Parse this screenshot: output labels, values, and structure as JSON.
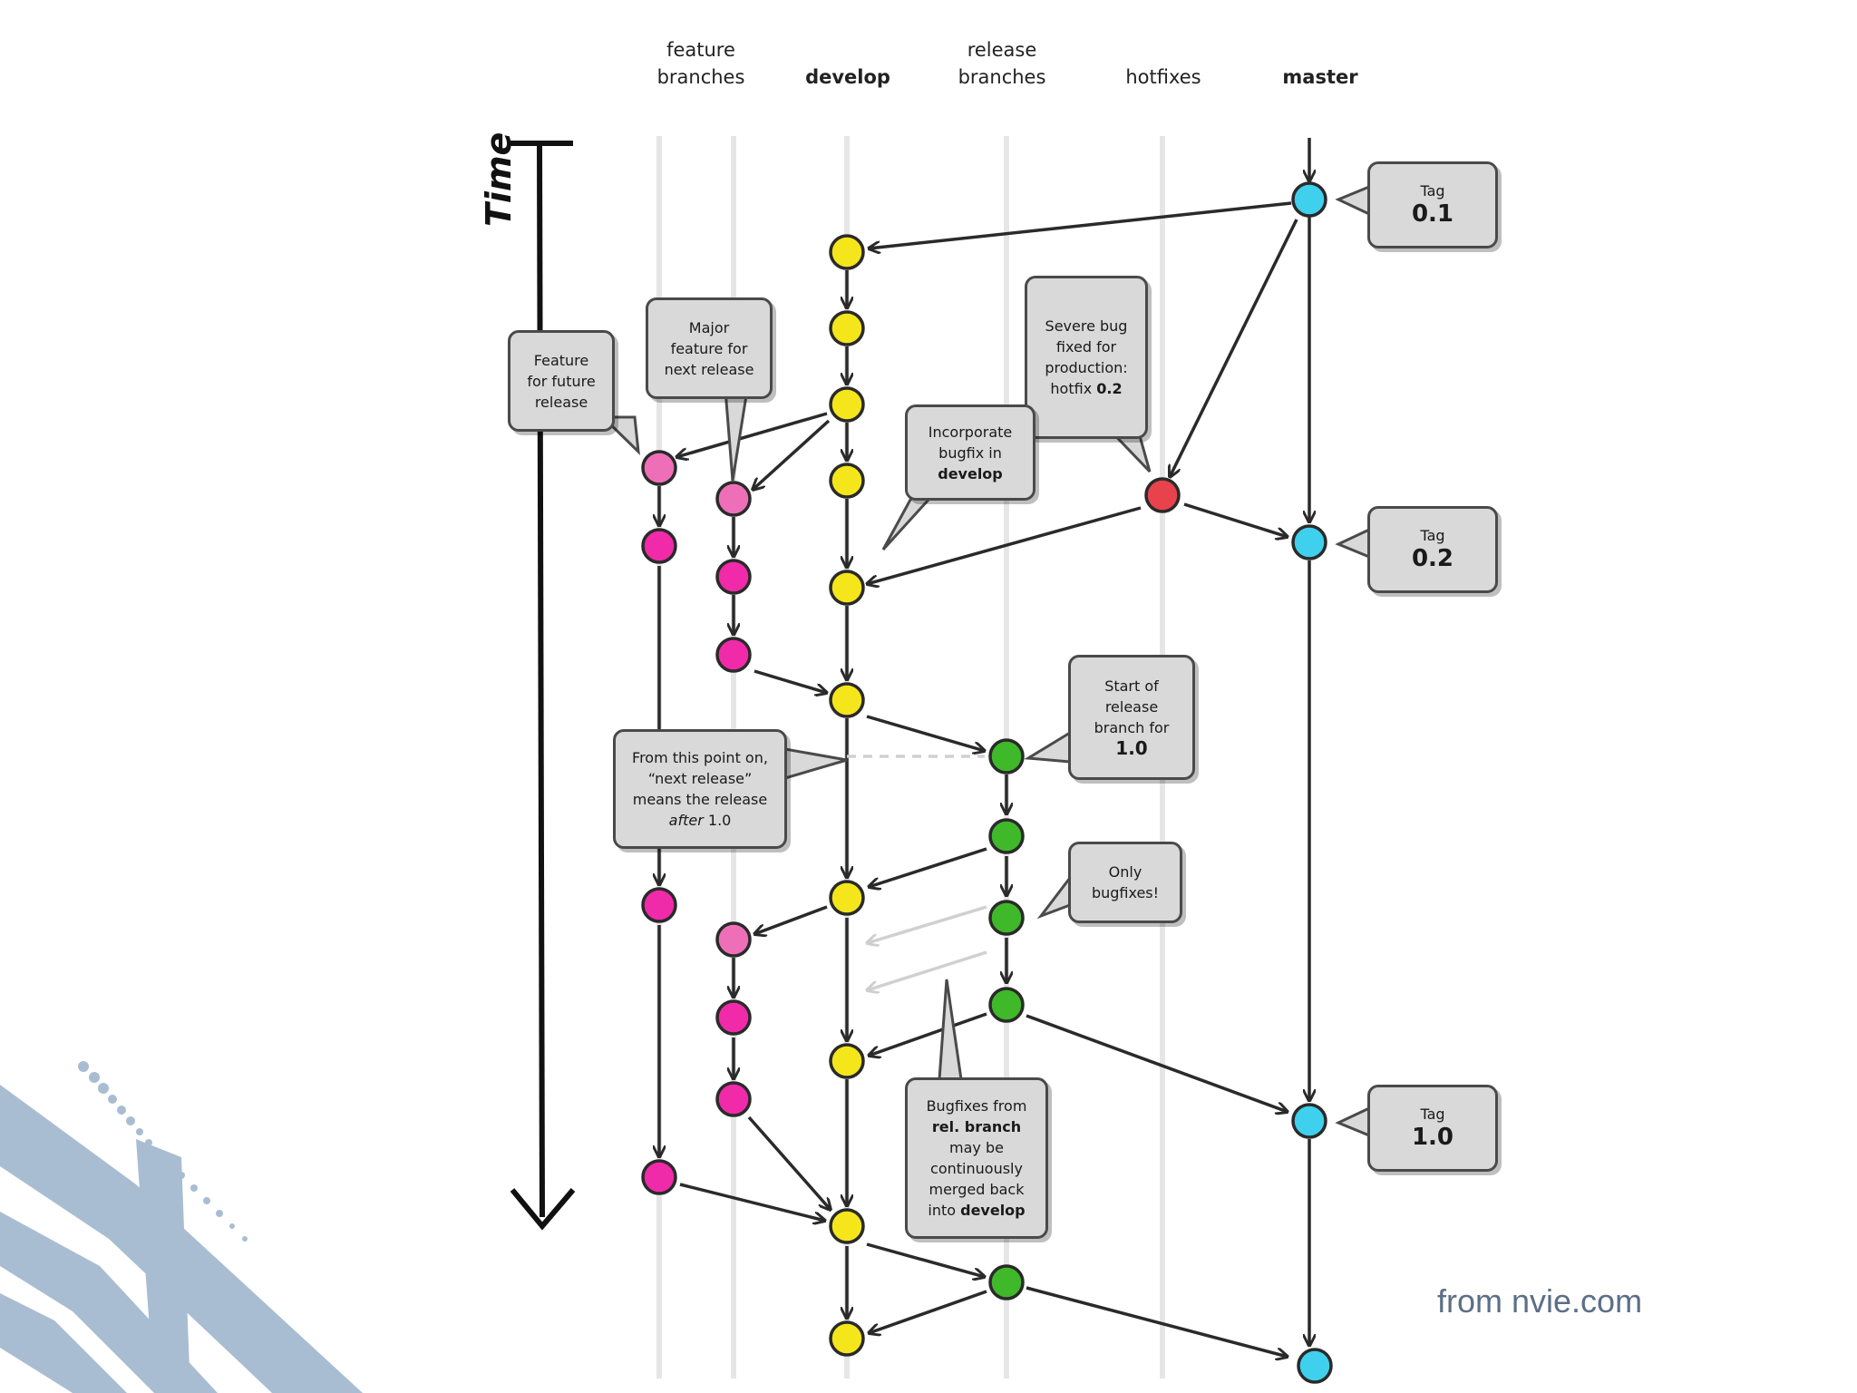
{
  "lanes": {
    "feature": "feature\nbranches",
    "develop": "develop",
    "release": "release\nbranches",
    "hotfixes": "hotfixes",
    "master": "master"
  },
  "time_label": "Time",
  "credit": "from nvie.com",
  "tags": [
    {
      "small": "Tag",
      "big": "0.1"
    },
    {
      "small": "Tag",
      "big": "0.2"
    },
    {
      "small": "Tag",
      "big": "1.0"
    }
  ],
  "callouts": {
    "feature_future": "Feature\nfor future\nrelease",
    "major_feature": "Major\nfeature for\nnext release",
    "severe_bug_1": "Severe bug\nfixed for\nproduction:",
    "severe_bug_2a": "hotfix ",
    "severe_bug_2b": "0.2",
    "incorporate_1": "Incorporate\nbugfix in",
    "incorporate_2": "develop",
    "start_release_1": "Start of\nrelease\nbranch for",
    "start_release_2": "1.0",
    "from_this_point_1": "From this point on,\n“next release”\nmeans the release",
    "from_this_point_2a": "after",
    "from_this_point_2b": " 1.0",
    "only_bugfixes": "Only\nbugfixes!",
    "bugfixes_1": "Bugfixes from",
    "bugfixes_2": "rel. branch",
    "bugfixes_3": "may be\ncontinuously\nmerged back\ninto ",
    "bugfixes_4": "develop"
  },
  "colors": {
    "develop": "#f5e61c",
    "master": "#3fd0ee",
    "feature_dark": "#f02aa8",
    "feature_light": "#ee6fb8",
    "release": "#3fb82a",
    "hotfix": "#e8424c",
    "stroke": "#2a2a2a",
    "decor": "#a9bdd2"
  }
}
